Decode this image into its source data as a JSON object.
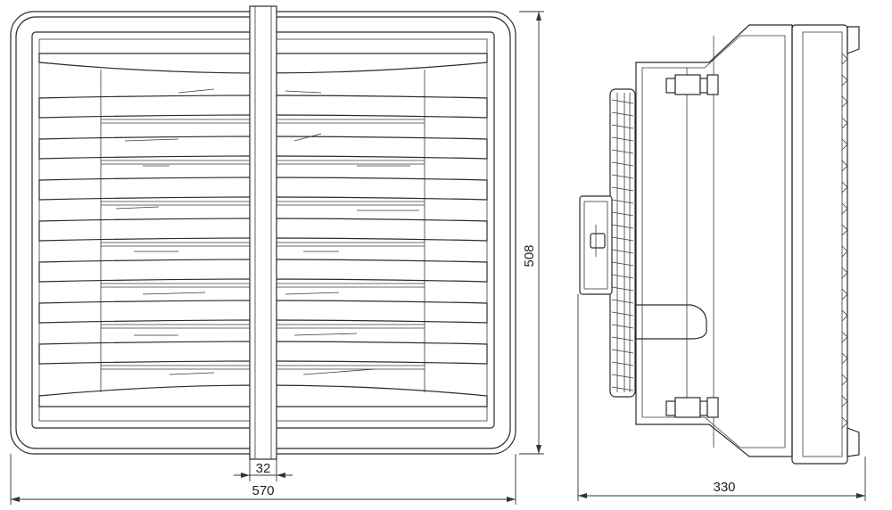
{
  "dimensions": {
    "width_front": "570",
    "height": "508",
    "bracket_width": "32",
    "depth_side": "330"
  }
}
